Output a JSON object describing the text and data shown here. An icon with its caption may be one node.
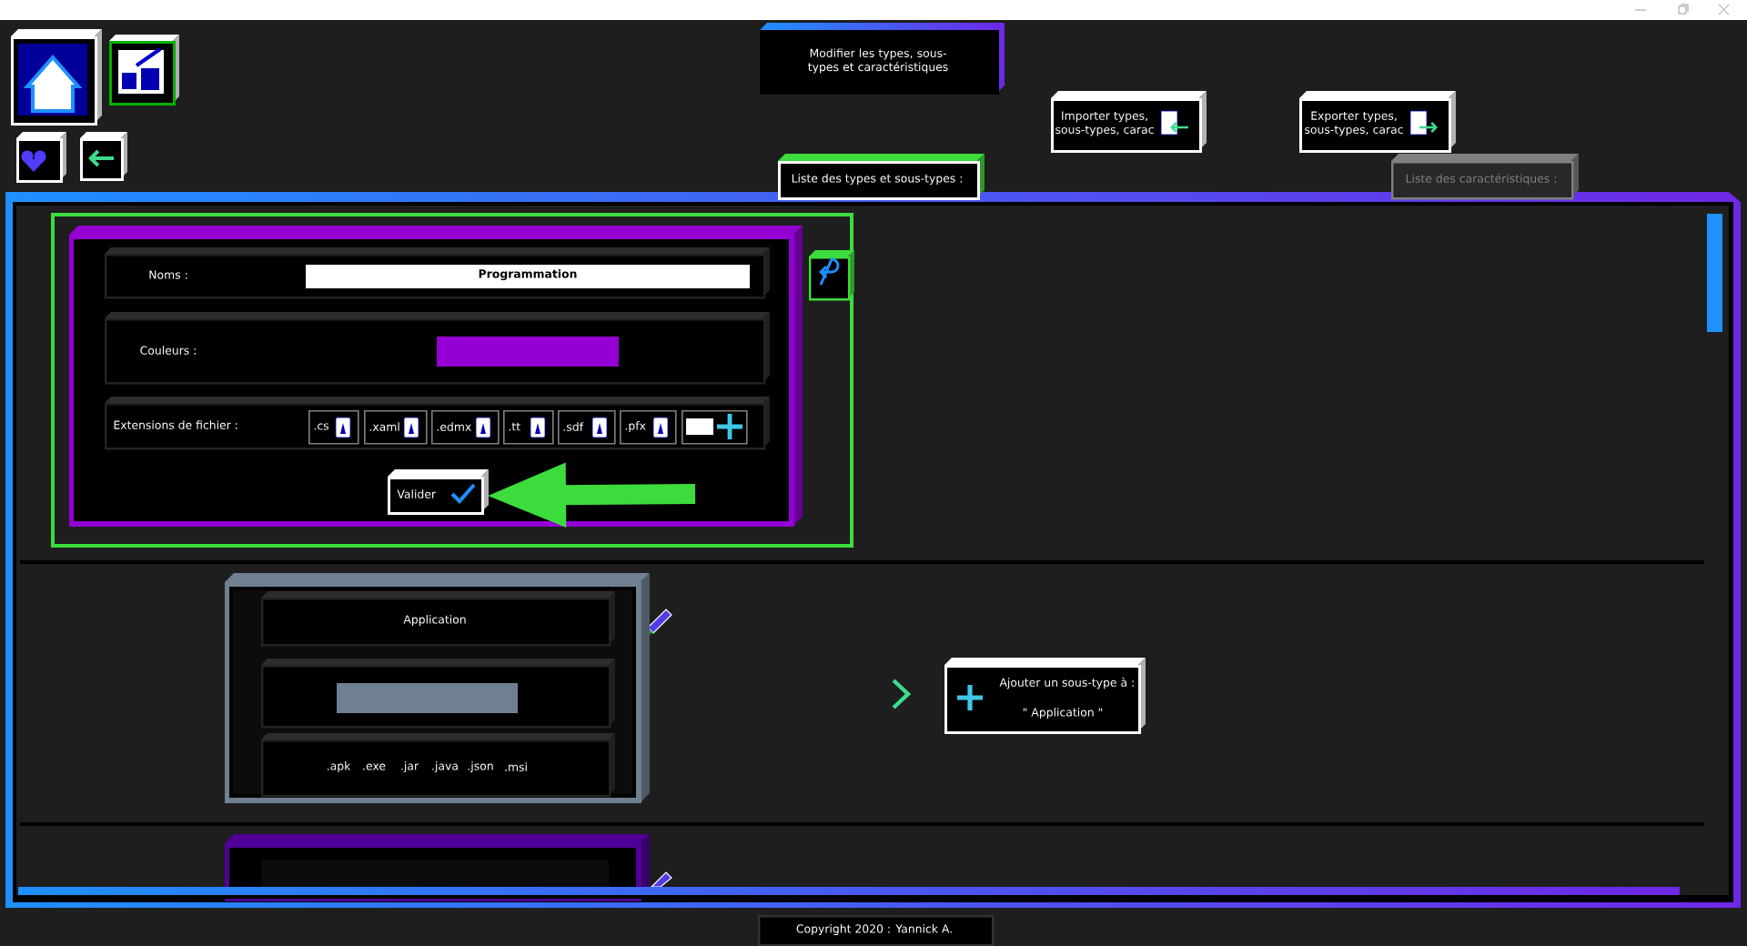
{
  "diagram": {
    "nodes": [
      {
        "text": [
          "Modifier les types, sous-types et caractéristiques"
        ]
      },
      {
        "text": [
          "Importer types, sous-types, carac"
        ]
      },
      {
        "text": [
          "Exporter types, sous-types, carac"
        ]
      },
      {
        "text": [
          "Liste des types et sous-types :"
        ]
      },
      {
        "text": [
          "Liste des caractéristiques :"
        ]
      },
      {
        "text": [],
        "shape": "box"
      },
      {
        "text": [
          "Noms :",
          "Programmation"
        ],
        "in": 5
      },
      {
        "text": [
          "Couleurs :"
        ],
        "in": 5
      },
      {
        "text": [
          "Extensions de fichier :"
        ],
        "in": 5
      },
      {
        "text": [
          ".cs"
        ],
        "in": 8
      },
      {
        "text": [
          ".xaml"
        ],
        "in": 8
      },
      {
        "text": [
          ".edmx"
        ],
        "in": 8
      },
      {
        "text": [
          ".tt"
        ],
        "in": 8
      },
      {
        "text": [
          ".sdf"
        ],
        "in": 8
      },
      {
        "text": [
          ".pfx"
        ],
        "in": 8
      },
      {
        "text": [],
        "shape": "box",
        "in": 8
      },
      {
        "text": [
          "Valider"
        ],
        "in": 5
      },
      {
        "text": [],
        "shape": "box"
      },
      {
        "text": [
          "Application"
        ],
        "in": 17
      },
      {
        "text": [],
        "shape": "box",
        "in": 17
      },
      {
        "text": [
          ".apk",
          ".exe",
          ".jar",
          ".java",
          ".json",
          ".msi"
        ],
        "in": 17
      },
      {
        "text": [
          "Ajouter un sous-type à :",
          "\" Application \""
        ]
      },
      {
        "text": [],
        "shape": "box"
      },
      {
        "text": [
          "Copyright 2020 : Yannick A."
        ]
      }
    ],
    "edges": [
      {
        "from": null,
        "to": 16,
        "arrow": "to"
      }
    ]
  }
}
